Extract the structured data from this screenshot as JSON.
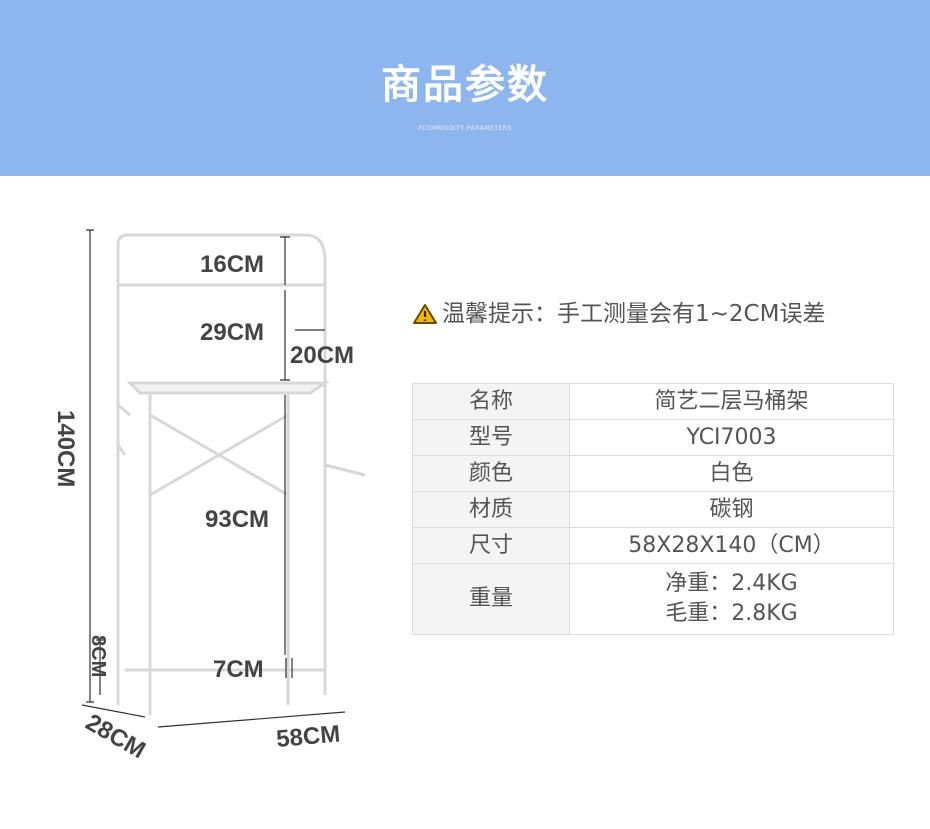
{
  "header": {
    "title": "商品参数",
    "subtitle": "FCOMMODITY PARAMETERS"
  },
  "diagram": {
    "height": "140CM",
    "top_gap": "16CM",
    "mid_gap": "29CM",
    "depth_shelf": "20CM",
    "lower_gap": "93CM",
    "bottom_side": "8CM",
    "bottom_bar": "7CM",
    "depth": "28CM",
    "width": "58CM"
  },
  "tip": {
    "label": "温馨提示：手工测量会有1~2CM误差",
    "icon": "warning-icon"
  },
  "specs": [
    {
      "key": "名称",
      "value": "简艺二层马桶架"
    },
    {
      "key": "型号",
      "value": "YCI7003"
    },
    {
      "key": "颜色",
      "value": "白色"
    },
    {
      "key": "材质",
      "value": "碳钢"
    },
    {
      "key": "尺寸",
      "value": "58X28X140（CM）"
    },
    {
      "key": "重量",
      "value": "净重：2.4KG",
      "value2": "毛重：2.8KG"
    }
  ]
}
